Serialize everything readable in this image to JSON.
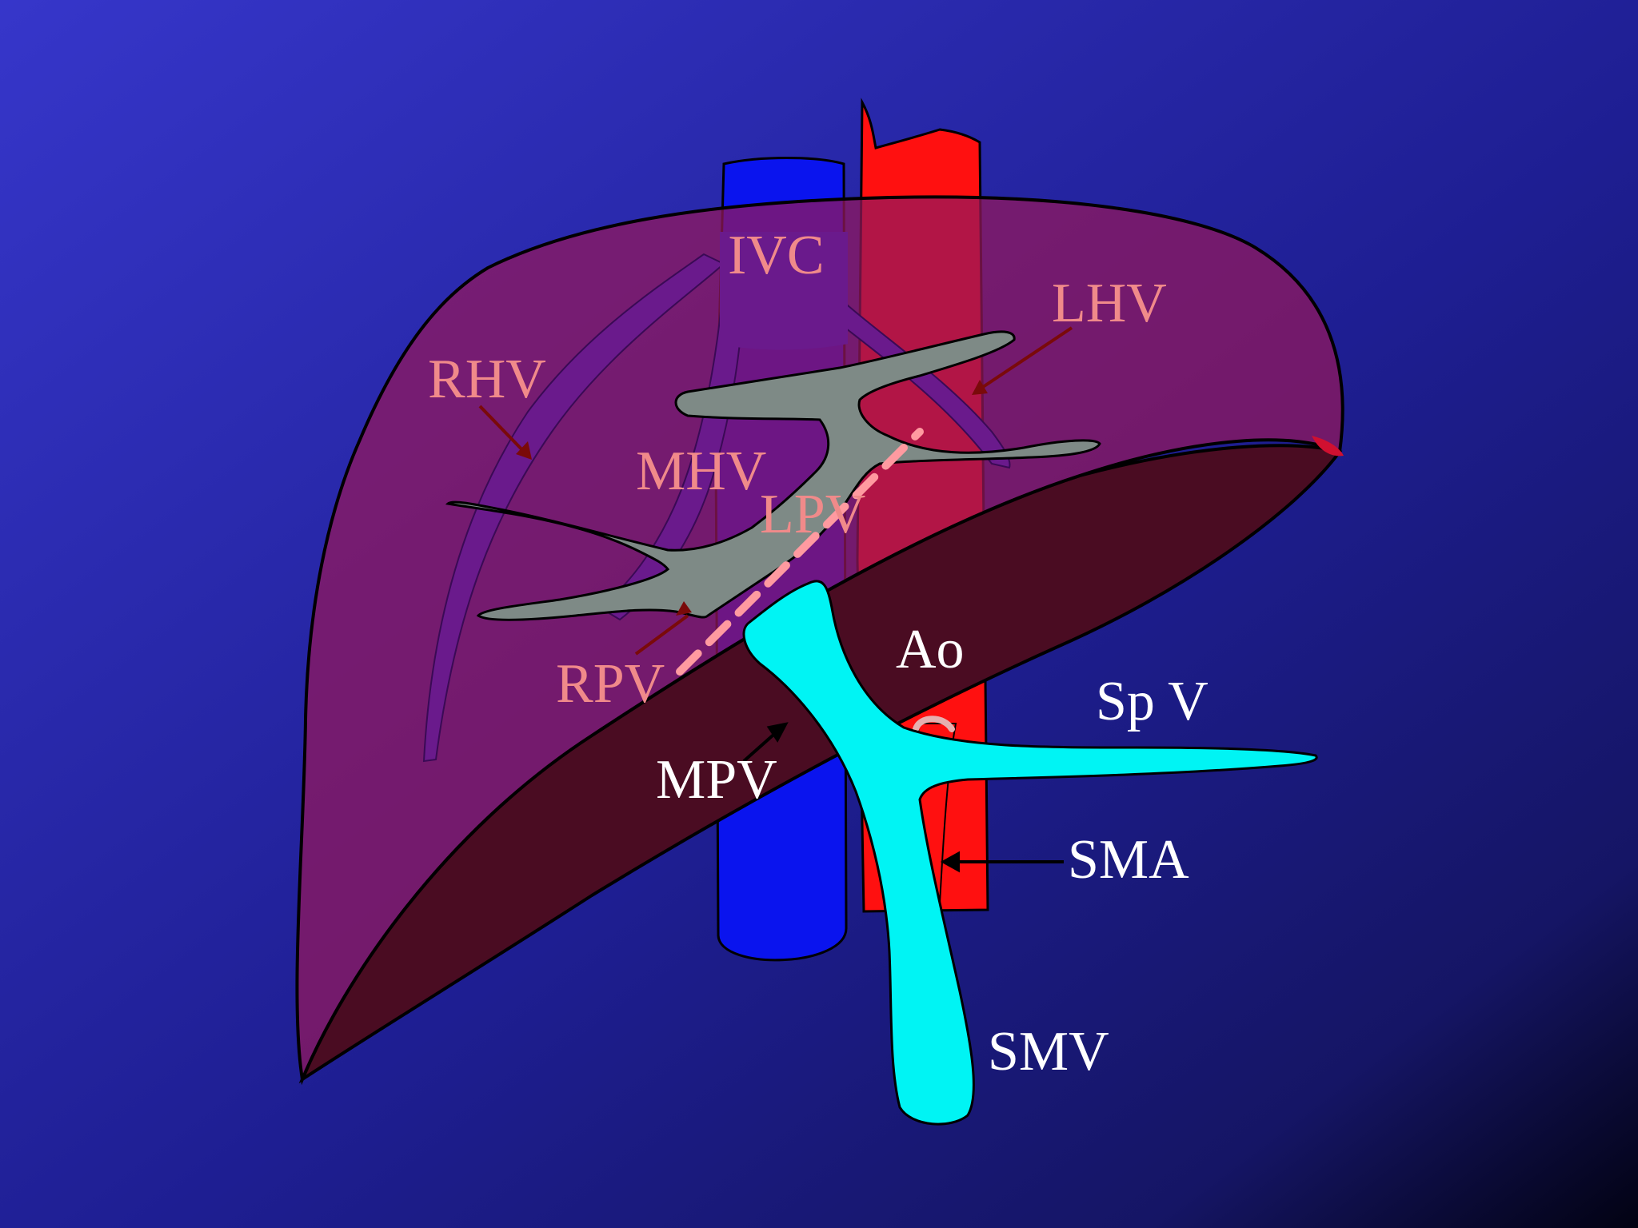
{
  "labels": {
    "ivc": "IVC",
    "lhv": "LHV",
    "rhv": "RHV",
    "mhv": "MHV",
    "lpv": "LPV",
    "rpv": "RPV",
    "ao": "Ao",
    "spv": "Sp V",
    "mpv": "MPV",
    "sma": "SMA",
    "smv": "SMV"
  },
  "colors": {
    "background_top": "#3434c8",
    "background_mid": "#1e1e90",
    "background_bottom": "#050520",
    "ivc": "#0a14ee",
    "aorta": "#ff1010",
    "liver": "#8c1c5c",
    "liver_underside": "#4a0c22",
    "hepatic_veins": "#6a1a8c",
    "portal_branches": "#7e8a86",
    "portal_trunk": "#00f4f4",
    "pink_label": "#f08a8a",
    "white_label": "#ffffff"
  }
}
